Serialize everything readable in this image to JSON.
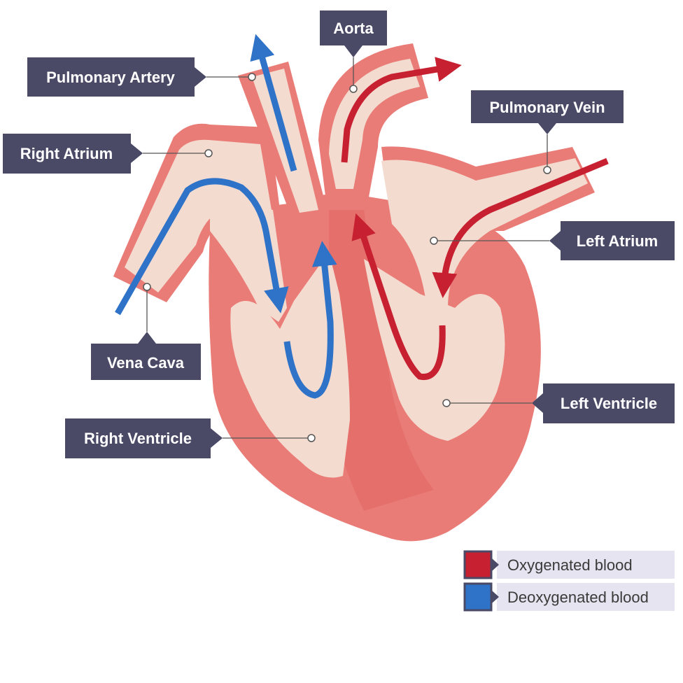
{
  "colors": {
    "heart_muscle": "#ea7c78",
    "heart_muscle_dark": "#e46f6b",
    "chamber_fill": "#f4dbcf",
    "oxygenated": "#c62031",
    "deoxygenated": "#2f73c8",
    "label_bg": "#4a4966",
    "legend_bg": "#e6e4f0"
  },
  "labels": {
    "pulmonary_artery": "Pulmonary Artery",
    "aorta": "Aorta",
    "pulmonary_vein": "Pulmonary Vein",
    "right_atrium": "Right Atrium",
    "left_atrium": "Left Atrium",
    "vena_cava": "Vena Cava",
    "left_ventricle": "Left Ventricle",
    "right_ventricle": "Right Ventricle"
  },
  "legend": [
    {
      "label": "Oxygenated blood",
      "color": "#c62031"
    },
    {
      "label": "Deoxygenated blood",
      "color": "#2f73c8"
    }
  ]
}
